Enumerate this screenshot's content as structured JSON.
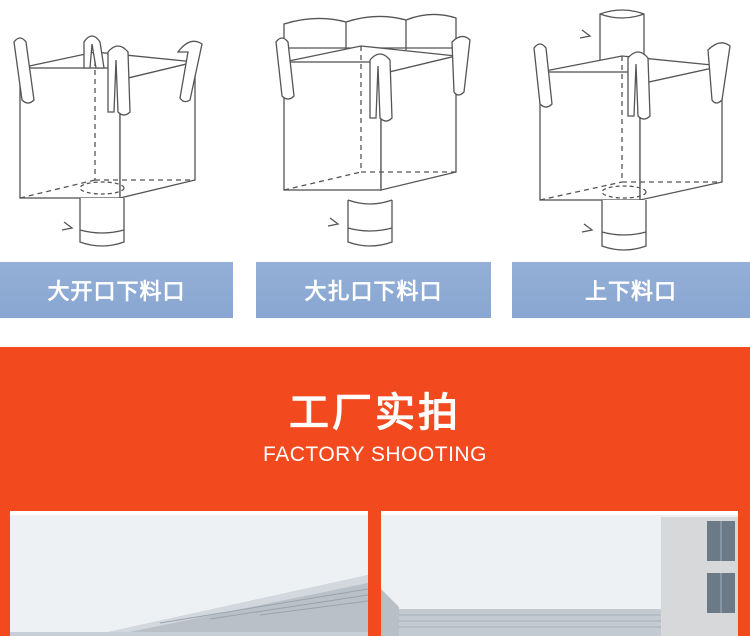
{
  "bag_types": [
    {
      "label": "大开口下料口",
      "icon": "big-open-top-bag-icon"
    },
    {
      "label": "大扎口下料口",
      "icon": "skirt-top-bag-icon"
    },
    {
      "label": "上下料口",
      "icon": "spout-top-bottom-bag-icon"
    }
  ],
  "factory": {
    "title": "工厂实拍",
    "subtitle": "FACTORY SHOOTING"
  },
  "colors": {
    "label_bg": "#8faad4",
    "section_bg": "#f24a1e",
    "text_light": "#ffffff"
  }
}
